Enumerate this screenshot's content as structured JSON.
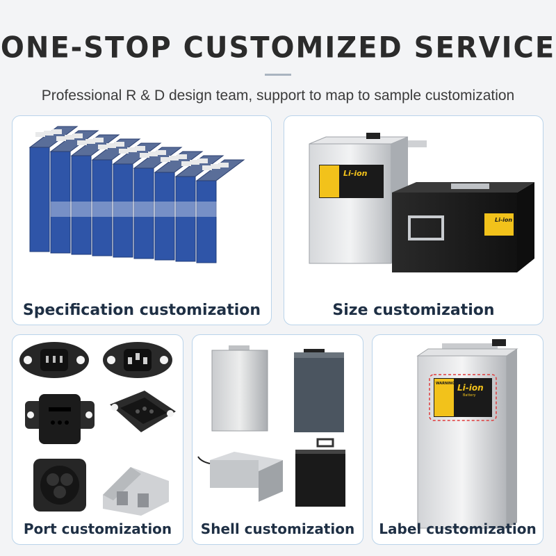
{
  "header": {
    "title": "ONE-STOP CUSTOMIZED SERVICE",
    "subtitle": "Professional R & D design team, support to map to sample customization"
  },
  "cards": {
    "spec": {
      "label": "Specification customization"
    },
    "size": {
      "label": "Size customization"
    },
    "port": {
      "label": "Port customization"
    },
    "shell": {
      "label": "Shell customization"
    },
    "label": {
      "label": "Label customization"
    }
  },
  "battery_label": {
    "brand": "Li-ion",
    "sub": "Battery",
    "warning": "WARNING"
  },
  "colors": {
    "cell_blue": "#2f55a8",
    "card_border": "#b9d3ea",
    "label_yellow": "#f2c21b",
    "highlight_red": "#e03a3a"
  }
}
